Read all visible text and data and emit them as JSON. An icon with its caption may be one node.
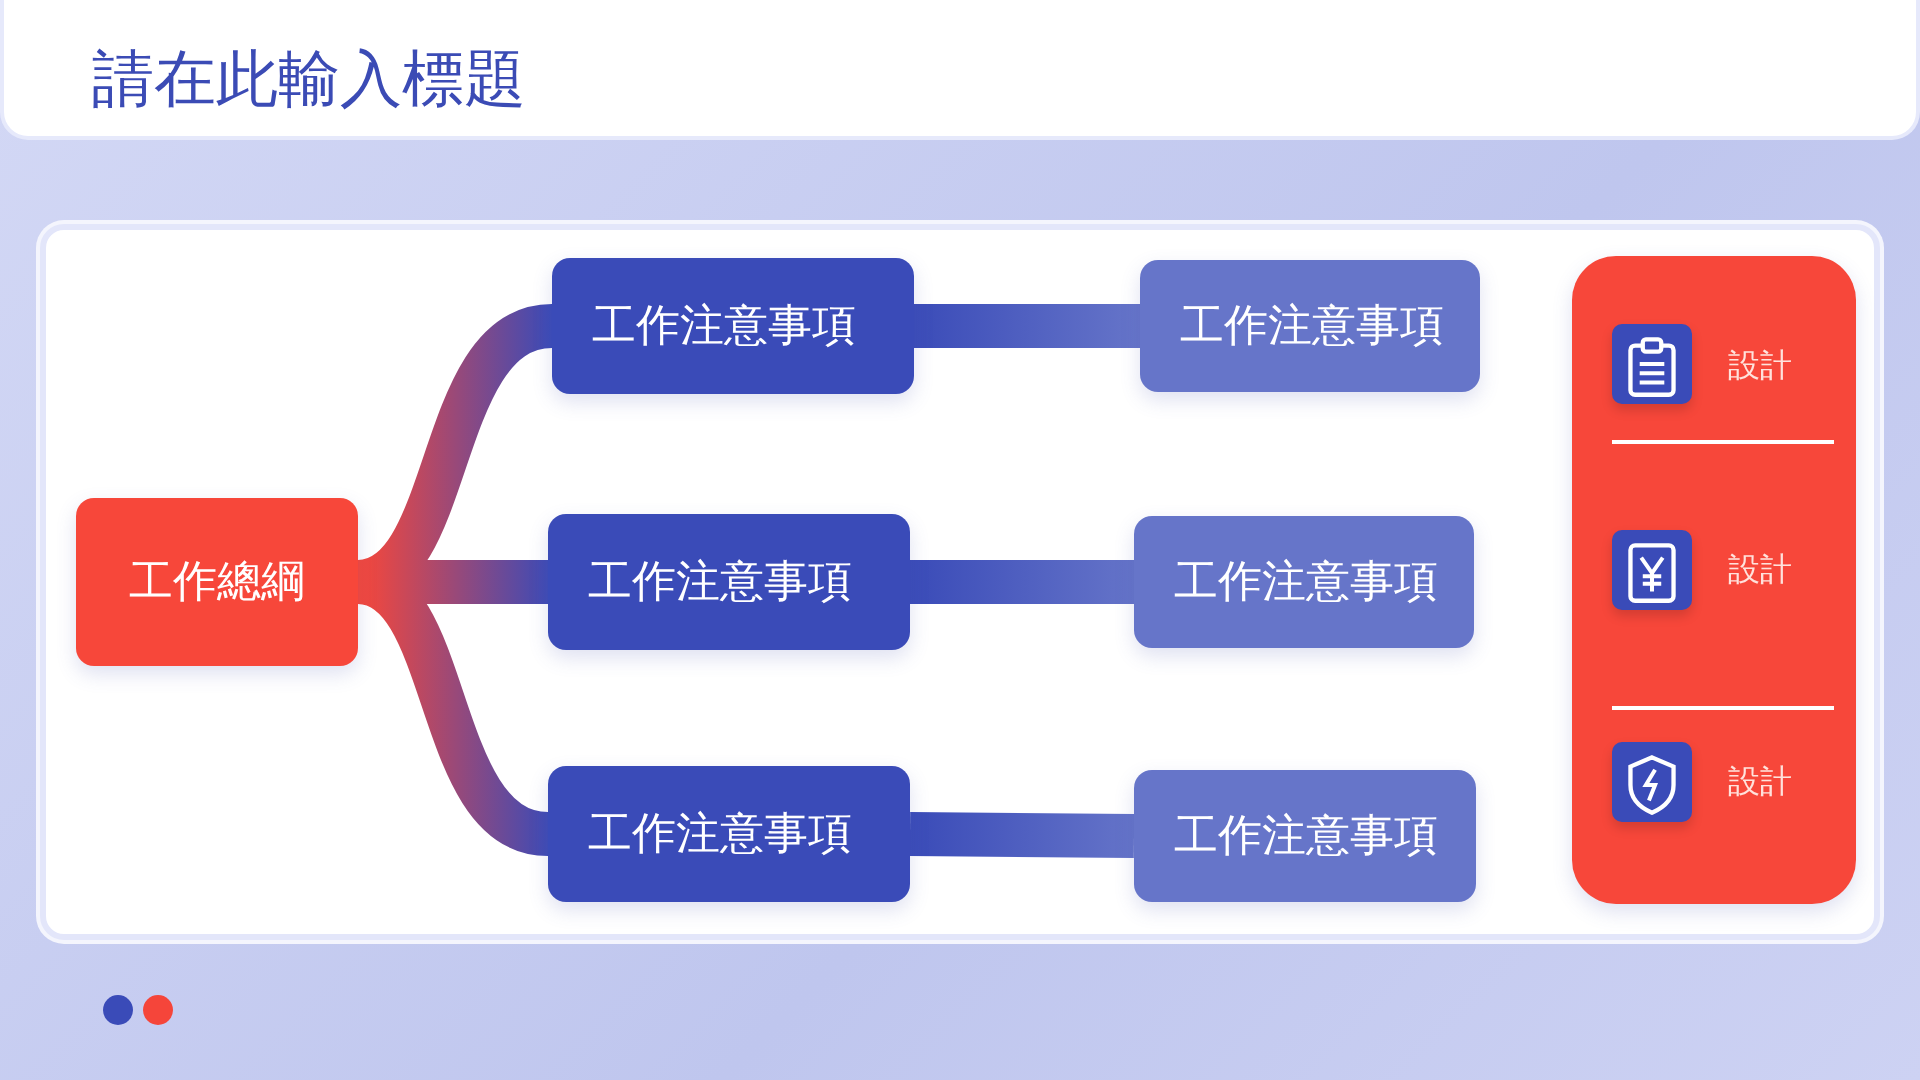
{
  "diagram": {
    "title": "請在此輸入標題",
    "nodes": [
      {
        "text": [
          "工作總綱"
        ]
      },
      {
        "text": [
          "工作注意事項"
        ]
      },
      {
        "text": [
          "工作注意事項"
        ]
      },
      {
        "text": [
          "工作注意事項"
        ]
      },
      {
        "text": [
          "工作注意事項"
        ]
      },
      {
        "text": [
          "工作注意事項"
        ]
      },
      {
        "text": [
          "工作注意事項"
        ]
      },
      {
        "text": [],
        "shape": "box"
      },
      {
        "text": [
          "設計"
        ],
        "in": 7
      },
      {
        "text": [
          "設計"
        ],
        "in": 7
      },
      {
        "text": [
          "設計"
        ],
        "in": 7
      }
    ],
    "edges": [
      {
        "from": 0,
        "to": 1,
        "arrow": "none"
      },
      {
        "from": 0,
        "to": 2,
        "arrow": "none"
      },
      {
        "from": 0,
        "to": 3,
        "arrow": "none"
      },
      {
        "from": 1,
        "to": 4,
        "arrow": "none"
      },
      {
        "from": 2,
        "to": 5,
        "arrow": "none"
      },
      {
        "from": 3,
        "to": 6,
        "arrow": "none"
      }
    ]
  }
}
